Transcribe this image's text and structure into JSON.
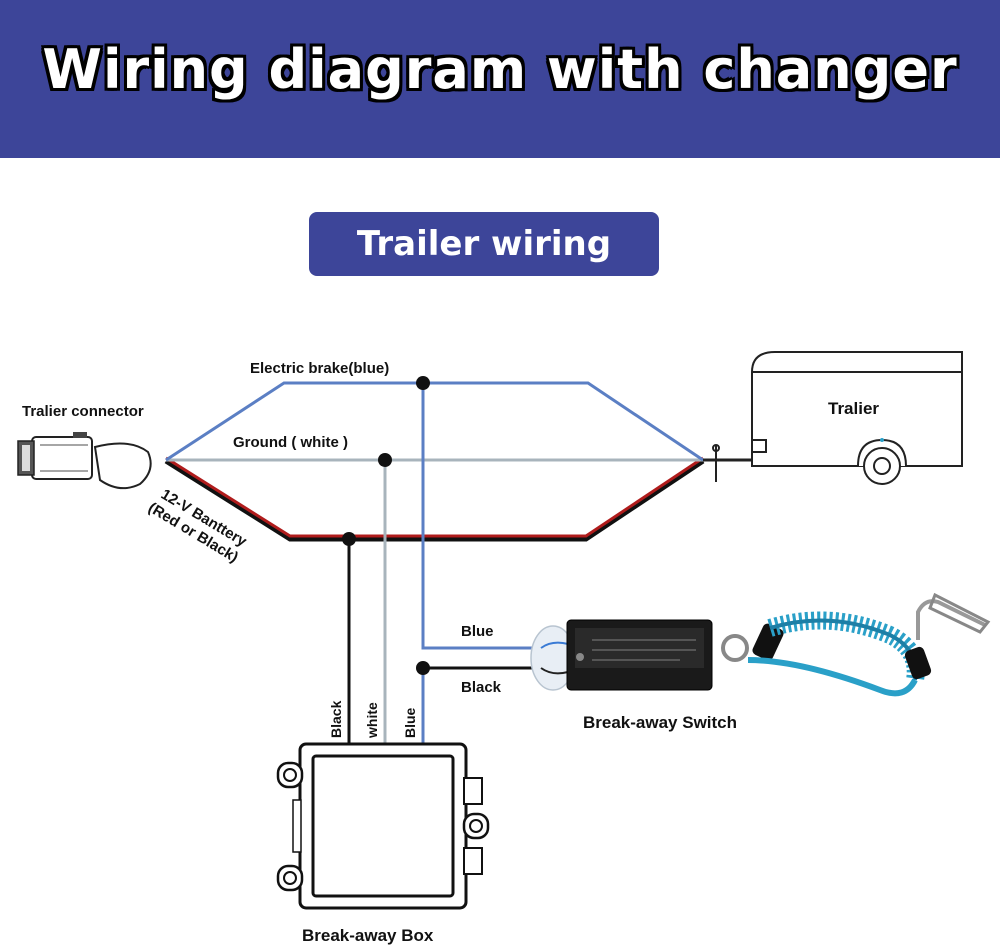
{
  "header": {
    "title": "Wiring diagram with changer"
  },
  "section": {
    "title": "Trailer wiring"
  },
  "labels": {
    "connector": "Tralier connector",
    "trailer": "Tralier",
    "electric_brake": "Electric brake(blue)",
    "ground": "Ground ( white )",
    "battery_line1": "12-V Banttery",
    "battery_line2": "(Red or Black)",
    "switch_blue": "Blue",
    "switch_black": "Black",
    "breakaway_switch": "Break-away Switch",
    "box_black": "Black",
    "box_white": "white",
    "box_blue": "Blue",
    "breakaway_box": "Break-away Box"
  },
  "colors": {
    "banner": "#3d4599",
    "brake_wire": "#5b7fc4",
    "ground_wire": "#a8b4bc",
    "battery_wire": "#b01c1c",
    "coil": "#2aa0c8"
  }
}
